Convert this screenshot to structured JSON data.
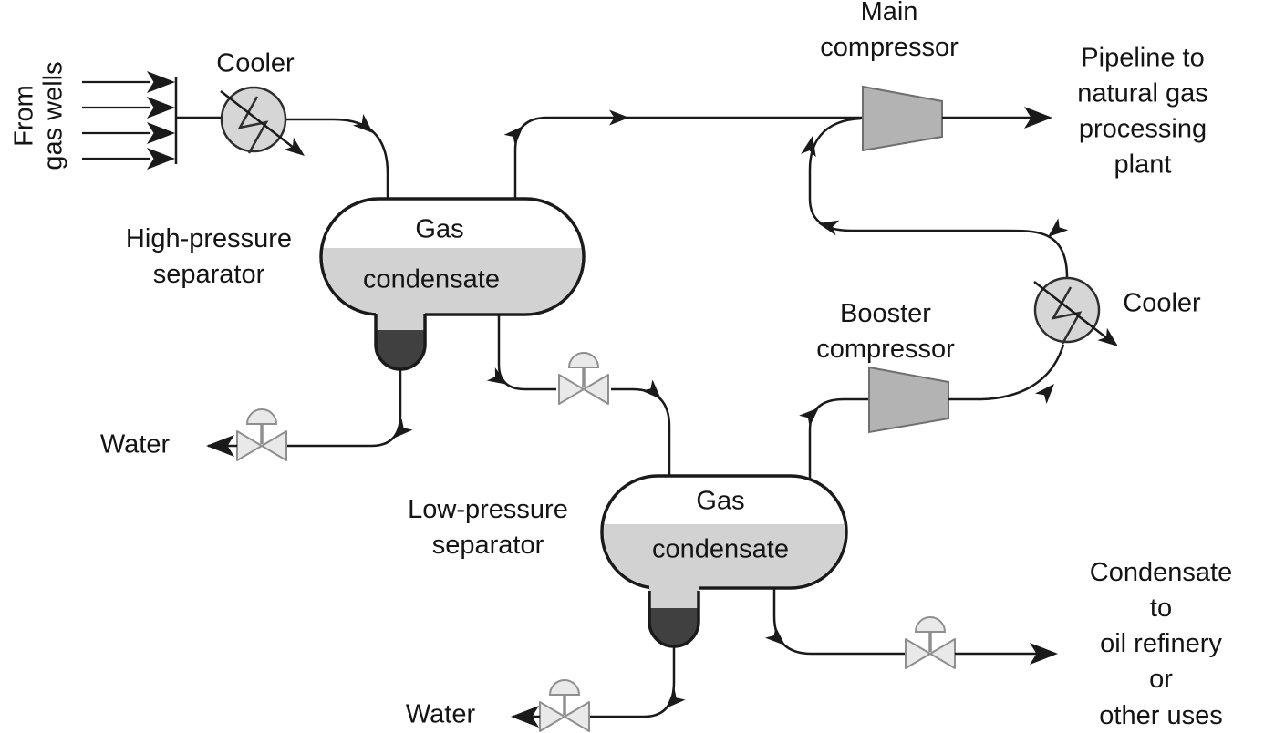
{
  "figure": {
    "type": "process-flow-diagram",
    "labels": {
      "source": "From\ngas wells",
      "cooler_inlet": "Cooler",
      "hp_separator": "High-pressure\nseparator",
      "hp_gas": "Gas",
      "hp_condensate": "condensate",
      "hp_water_out": "Water",
      "main_compressor": "Main\ncompressor",
      "pipeline_out": "Pipeline to\nnatural gas\nprocessing plant",
      "booster_compressor": "Booster\ncompressor",
      "cooler_recycle": "Cooler",
      "lp_separator": "Low-pressure\nseparator",
      "lp_gas": "Gas",
      "lp_condensate": "condensate",
      "lp_water_out": "Water",
      "condensate_out": "Condensate to\noil refinery or\nother uses"
    },
    "colors": {
      "line": "#1a1a1a",
      "text": "#141414",
      "background": "#ffffff",
      "vessel_fill": "#ffffff",
      "condensate_fill": "#d2d2d2",
      "water_fill": "#404040",
      "compressor_fill": "#b3b3b3",
      "compressor_stroke": "#6f6f6f",
      "cooler_fill": "#d6d6d6",
      "valve_fill": "#e9e9e9",
      "valve_stroke": "#8f8f8f"
    }
  }
}
